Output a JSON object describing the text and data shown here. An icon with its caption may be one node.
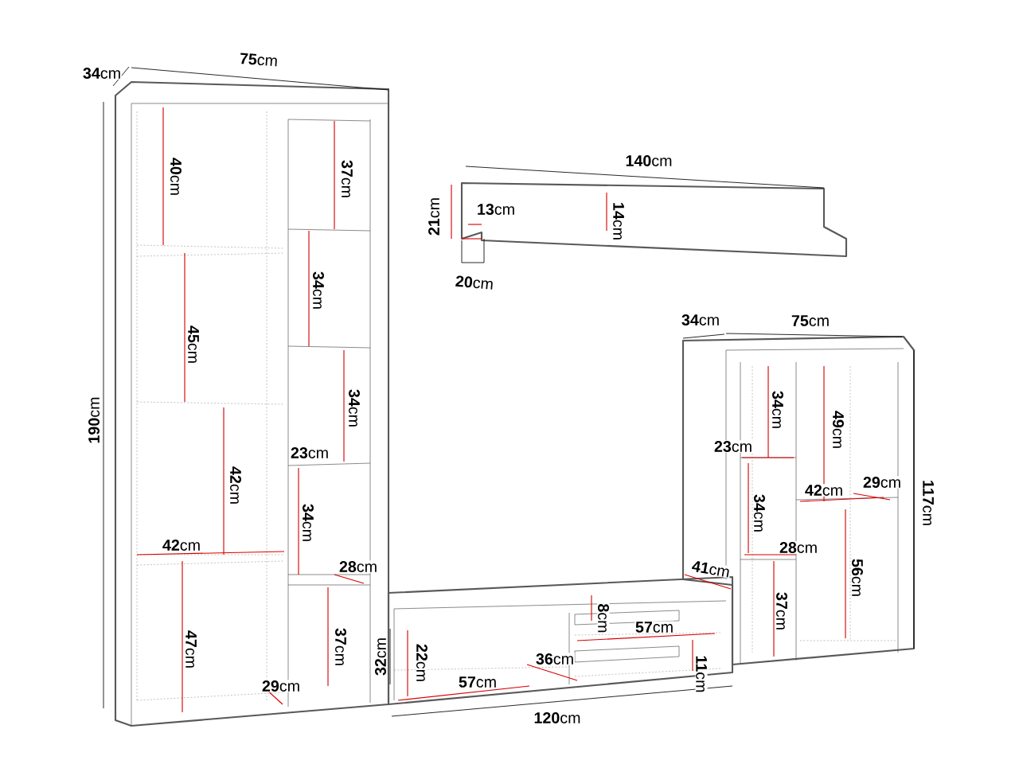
{
  "diagram": {
    "labels": [
      "**34**cm",
      "**75**cm",
      "**140**cm",
      "**21**cm",
      "**13**cm",
      "**14**cm",
      "**20**cm",
      "**40**cm",
      "**37**cm",
      "**34**cm",
      "**45**cm",
      "**34**cm",
      "**190**cm",
      "**42**cm",
      "**23**cm",
      "**34**cm",
      "**42**cm",
      "**28**cm",
      "**47**cm",
      "**37**cm",
      "**32**cm",
      "**29**cm",
      "**34**cm",
      "**75**cm",
      "**34**cm",
      "**49**cm",
      "**23**cm",
      "**117**cm",
      "**42**cm",
      "**29**cm",
      "**34**cm",
      "**28**cm",
      "**41**cm",
      "**56**cm",
      "**37**cm",
      "**8**cm",
      "**57**cm",
      "**22**cm",
      "**36**cm",
      "**57**cm",
      "**11**cm",
      "**120**cm"
    ]
  }
}
